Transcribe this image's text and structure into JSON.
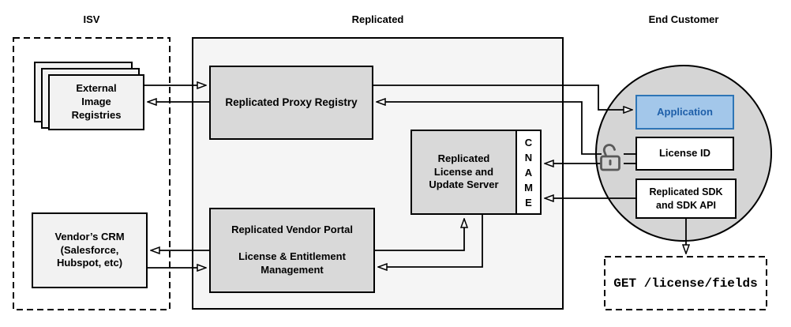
{
  "titles": {
    "isv": "ISV",
    "replicated": "Replicated",
    "end_customer": "End Customer"
  },
  "nodes": {
    "external_registries": {
      "label": "External\nImage\nRegistries"
    },
    "vendor_crm": {
      "label": "Vendor’s CRM\n(Salesforce,\nHubspot, etc)"
    },
    "proxy_registry": {
      "label": "Replicated Proxy Registry"
    },
    "license_update_server": {
      "label": "Replicated\nLicense and\nUpdate Server"
    },
    "cname": {
      "letters": [
        "C",
        "N",
        "A",
        "M",
        "E"
      ]
    },
    "vendor_portal": {
      "label": "Replicated Vendor Portal\n\nLicense & Entitlement Management"
    },
    "application": {
      "label": "Application"
    },
    "license_id": {
      "label": "License ID"
    },
    "sdk": {
      "label": "Replicated SDK\nand SDK API"
    },
    "get_endpoint": {
      "label": "GET /license/fields"
    }
  },
  "icons": {
    "lock": "open-padlock-icon"
  },
  "colors": {
    "application_fill": "#A3C7EA",
    "application_border": "#2E75B6",
    "application_text": "#1E5FA9",
    "node_gray": "#D9D9D9",
    "light_gray": "#F2F2F2",
    "container_gray": "#F5F5F5",
    "circle_gray": "#D5D5D5",
    "line_black": "#000000"
  }
}
